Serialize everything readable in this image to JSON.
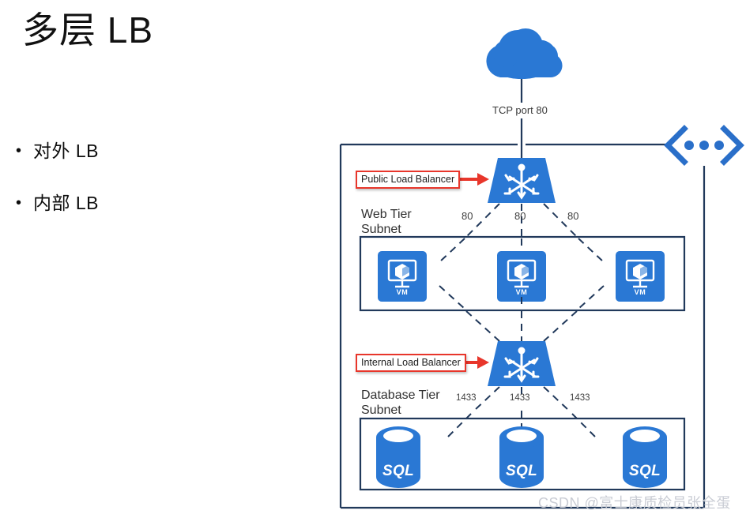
{
  "slide": {
    "title": "多层 LB",
    "bullet_marker": "•",
    "bullets": [
      {
        "text": "对外 LB"
      },
      {
        "text": "内部 LB"
      }
    ],
    "watermark": "CSDN @富士康质检员张全蛋"
  },
  "diagram": {
    "internet_label": "TCP port 80",
    "icons": {
      "cloud": "cloud-icon",
      "public_lb": "load-balancer-icon",
      "internal_lb": "load-balancer-icon",
      "vnet": "virtual-network-icon",
      "vm": "virtual-machine-icon",
      "sql": "sql-database-icon"
    },
    "callouts": [
      {
        "id": "public-lb",
        "text": "Public Load Balancer",
        "border_color": "#e8362b"
      },
      {
        "id": "internal-lb",
        "text": "Internal Load Balancer",
        "border_color": "#e8362b"
      }
    ],
    "tiers": [
      {
        "id": "web-tier",
        "label_line1": "Web Tier",
        "label_line2": "Subnet",
        "port_labels": [
          "80",
          "80",
          "80"
        ],
        "nodes": [
          {
            "label": "VM"
          },
          {
            "label": "VM"
          },
          {
            "label": "VM"
          }
        ]
      },
      {
        "id": "database-tier",
        "label_line1": "Database Tier",
        "label_line2": "Subnet",
        "port_labels": [
          "1433",
          "1433",
          "1433"
        ],
        "nodes": [
          {
            "label": "SQL"
          },
          {
            "label": "SQL"
          },
          {
            "label": "SQL"
          }
        ]
      }
    ],
    "colors": {
      "azure_blue": "#2a78d4",
      "line_navy": "#21395b",
      "callout_red": "#e8362b",
      "watermark_gray": "#c9ccd4"
    }
  }
}
